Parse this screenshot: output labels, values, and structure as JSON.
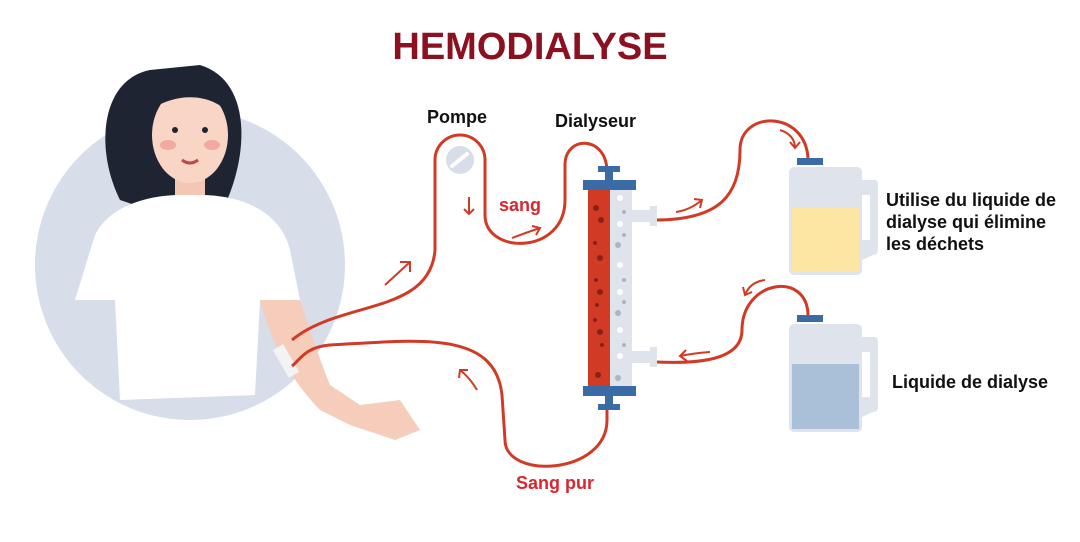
{
  "title": "HEMODIALYSE",
  "labels": {
    "pump": "Pompe",
    "dialyzer": "Dialyseur",
    "blood": "sang",
    "clean_blood": "Sang pur",
    "used_fluid": "Utilise du liquide de dialyse qui élimine les déchets",
    "fresh_fluid": "Liquide de dialyse"
  },
  "colors": {
    "title": "#8b1020",
    "tube": "#d13b26",
    "cap": "#3b6ba5",
    "used_fluid": "#fde6a3",
    "fresh_fluid": "#a9c0d8",
    "accent_text": "#d9272e"
  }
}
